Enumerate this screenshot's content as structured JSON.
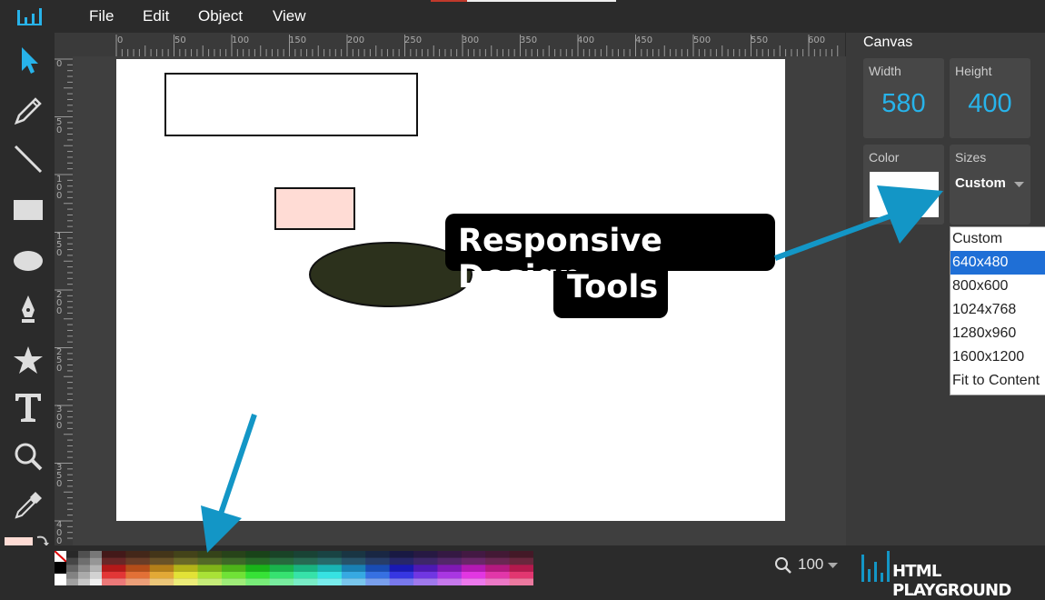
{
  "menu": {
    "items": [
      "File",
      "Edit",
      "Object",
      "View"
    ]
  },
  "toolbar": {
    "tools": [
      "select-icon",
      "pencil-icon",
      "line-icon",
      "rectangle-icon",
      "ellipse-icon",
      "pen-icon",
      "star-icon",
      "text-icon",
      "zoom-icon",
      "eyedropper-icon"
    ]
  },
  "ruler": {
    "top_labels": [
      "0",
      "50",
      "100",
      "150",
      "200",
      "250",
      "300",
      "350",
      "400",
      "450",
      "500",
      "550",
      "600"
    ],
    "left_labels": [
      "0",
      "50",
      "100",
      "150",
      "200",
      "250",
      "300",
      "350",
      "400"
    ]
  },
  "panel": {
    "title": "Canvas",
    "width_label": "Width",
    "width_value": "580",
    "height_label": "Height",
    "height_value": "400",
    "color_label": "Color",
    "sizes_label": "Sizes",
    "sizes_value": "Custom",
    "size_options": [
      "Custom",
      "640x480",
      "800x600",
      "1024x768",
      "1280x960",
      "1600x1200",
      "Fit to Content"
    ],
    "selected_option": "640x480"
  },
  "colors": {
    "accent": "#27b3ea",
    "fill_swatch": "#ffdcd5",
    "ellipse_fill": "#2c311c",
    "rect_fill": "#ffdcd5",
    "arrow": "#1396c6"
  },
  "bottom": {
    "zoom_value": "100",
    "brand": "HTML PLAYGROUND"
  },
  "callout": {
    "line1": "Responsive Design",
    "line2": "Tools"
  }
}
